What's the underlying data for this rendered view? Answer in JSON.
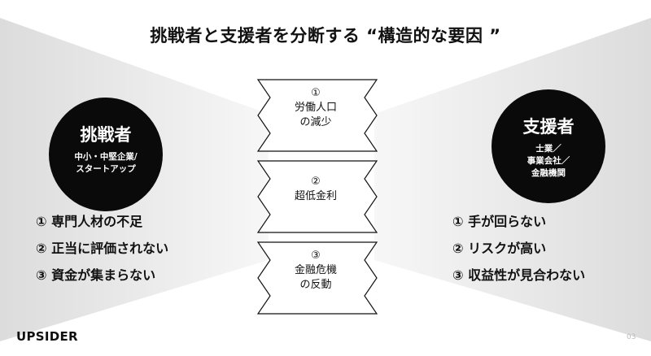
{
  "title": "挑戦者と支援者を分断する “構造的な要因 ”",
  "left": {
    "name": "挑戦者",
    "sub": [
      "中小・中堅企業/",
      "スタートアップ"
    ],
    "items": [
      "① 専門人材の不足",
      "② 正当に評価されない",
      "③ 資金が集まらない"
    ]
  },
  "right": {
    "name": "支援者",
    "sub": [
      "士業／",
      "事業会社／",
      "金融機関"
    ],
    "items": [
      "① 手が回らない",
      "② リスクが高い",
      "③ 収益性が見合わない"
    ]
  },
  "causes": [
    {
      "num": "①",
      "lines": [
        "労働人口",
        "の減少"
      ]
    },
    {
      "num": "②",
      "lines": [
        "超低金利"
      ]
    },
    {
      "num": "③",
      "lines": [
        "金融危機",
        "の反動"
      ]
    }
  ],
  "footer": {
    "logo": "UPSIDER",
    "page": "03"
  }
}
